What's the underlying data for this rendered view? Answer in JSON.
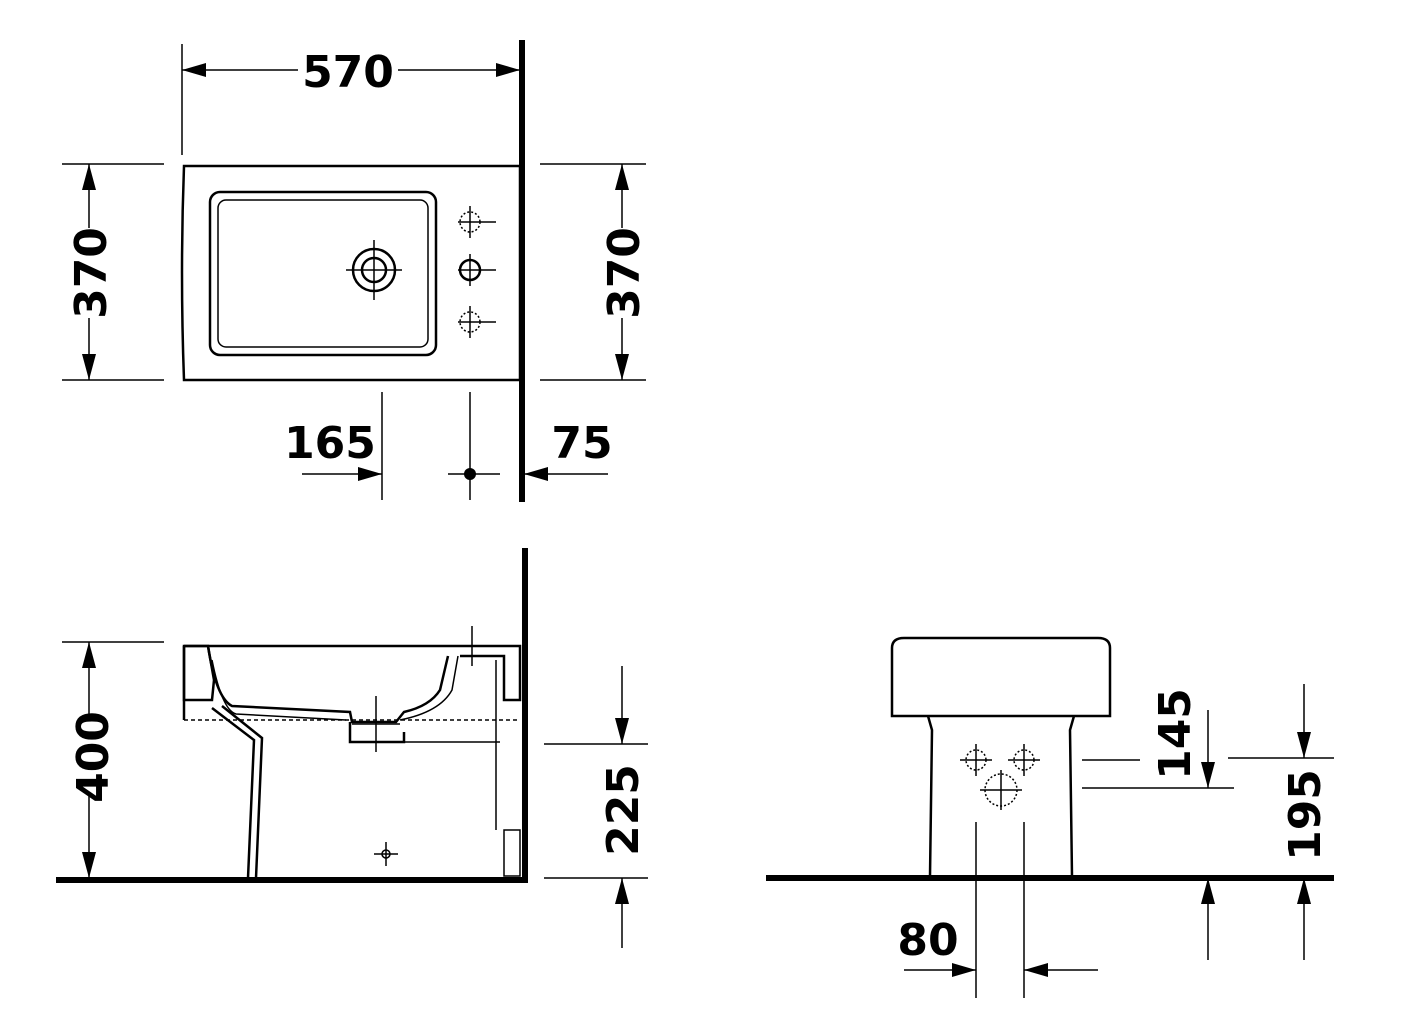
{
  "top_view": {
    "width": "570",
    "depth_left": "370",
    "depth_right": "370",
    "offset_165": "165",
    "offset_75": "75"
  },
  "side_view": {
    "height": "400",
    "outlet_height": "225"
  },
  "front_view": {
    "dim_145": "145",
    "dim_195": "195",
    "dim_80": "80"
  }
}
